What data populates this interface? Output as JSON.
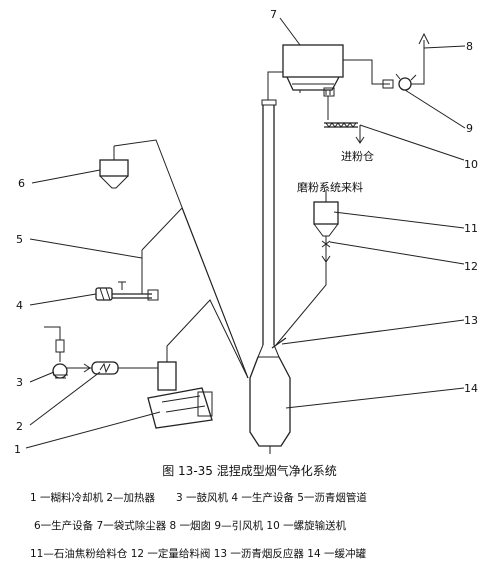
{
  "labels": {
    "n1": "1",
    "n2": "2",
    "n3": "3",
    "n4": "4",
    "n5": "5",
    "n6": "6",
    "n7": "7",
    "n8": "8",
    "n9": "9",
    "n10": "10",
    "n11": "11",
    "n12": "12",
    "n13": "13",
    "n14": "14",
    "to_powder_bin": "进粉仓",
    "grinding_feed": "磨粉系统来料"
  },
  "caption": {
    "figure_no": "图 13-35",
    "title": "混捏成型烟气净化系统"
  },
  "legend": {
    "line1": "1 一糊料冷却机 2—加热器　　3 一鼓风机 4 一生产设备 5一沥青烟管道",
    "line2": "6一生产设备 7一袋式除尘器 8 一烟囱 9—引风机 10 一螺旋输送机",
    "line3": "11—石油焦粉给料仓 12 一定量给料阀 13 一沥青烟反应器 14 一缓冲罐"
  }
}
